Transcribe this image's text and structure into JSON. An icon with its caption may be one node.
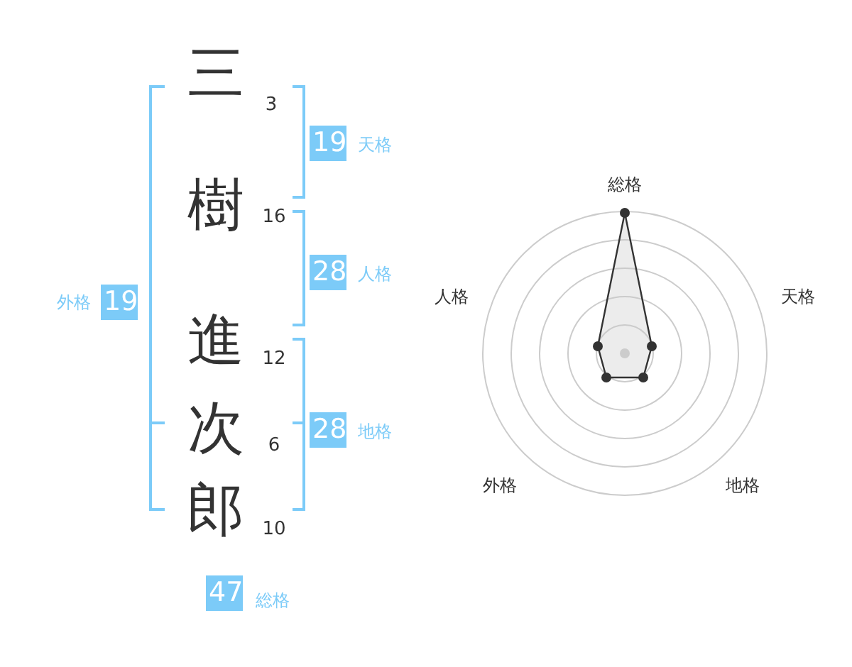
{
  "diagram": {
    "labels": [
      "三",
      "3",
      "19",
      "天格",
      "樹",
      "16",
      "28",
      "人格",
      "外格",
      "19",
      "進",
      "12",
      "次",
      "6",
      "28",
      "地格",
      "郎",
      "10",
      "47",
      "総格",
      "総格",
      "人格",
      "天格",
      "外格",
      "地格"
    ]
  }
}
